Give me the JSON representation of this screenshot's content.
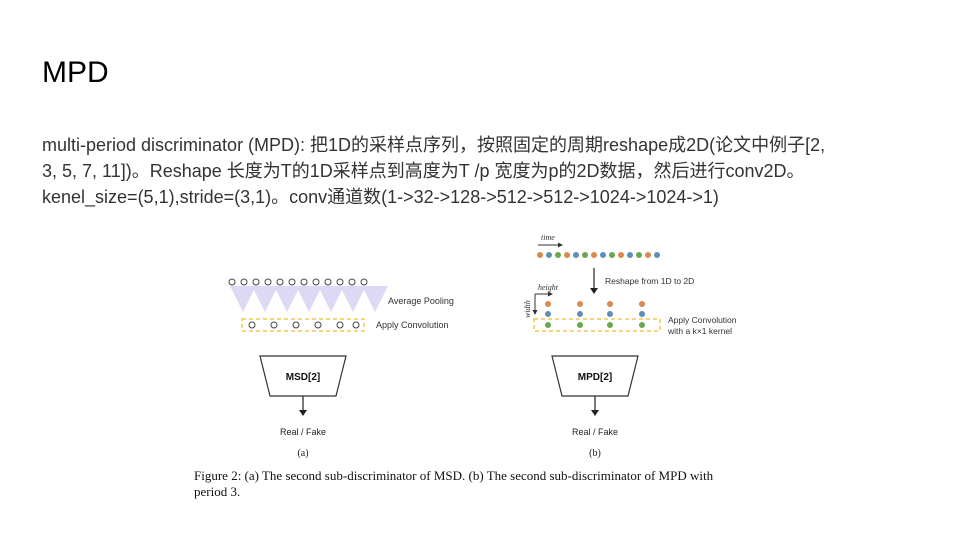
{
  "slide": {
    "title": "MPD",
    "body_lines": [
      "multi-period discriminator (MPD): 把1D的采样点序列，按照固定的周期reshape成2D(论文中例子[2,",
      "3, 5, 7, 11])。Reshape 长度为T的1D采样点到高度为T /p 宽度为p的2D数据，然后进行conv2D。",
      "kenel_size=(5,1),stride=(3,1)。conv通道数(1->32->128->512->512->1024->1024->1)"
    ]
  },
  "figure": {
    "left_panel": {
      "pooling_label": "Average Pooling",
      "conv_label": "Apply Convolution",
      "block_label": "MSD[2]",
      "output_label": "Real / Fake",
      "panel_id": "(a)"
    },
    "right_panel": {
      "time_label": "time",
      "reshape_label": "Reshape from 1D to 2D",
      "height_label": "height",
      "width_label": "width",
      "conv_label_line1": "Apply Convolution",
      "conv_label_line2": "with a k×1 kernel",
      "block_label": "MPD[2]",
      "output_label": "Real / Fake",
      "panel_id": "(b)"
    },
    "caption_line1": "Figure 2: (a) The second sub-discriminator of MSD. (b) The second sub-discriminator of MPD with",
    "caption_line2": "period 3.",
    "colors": {
      "orange": "#d98a4e",
      "blue": "#5f8fb8",
      "green": "#6aa84f",
      "pool": "#c9c3ea",
      "dashed": "#f2c94c"
    }
  }
}
